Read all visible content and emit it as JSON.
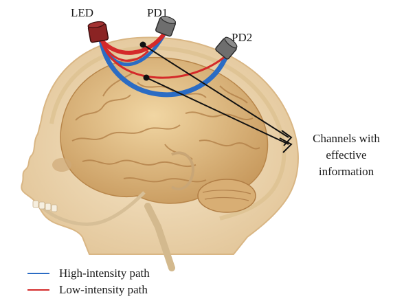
{
  "labels": {
    "led": "LED",
    "pd1": "PD1",
    "pd2": "PD2",
    "channels_lines": [
      "Channels with",
      "effective",
      "information"
    ]
  },
  "legend": [
    {
      "label": "High-intensity path",
      "color": "#2b6cc4"
    },
    {
      "label": "Low-intensity path",
      "color": "#d42a2a"
    }
  ],
  "colors": {
    "high_path": "#2b6cc4",
    "low_path": "#d42a2a",
    "led_body": "#8b2323",
    "pd_body": "#6e6e6e",
    "arrow": "#111111"
  }
}
